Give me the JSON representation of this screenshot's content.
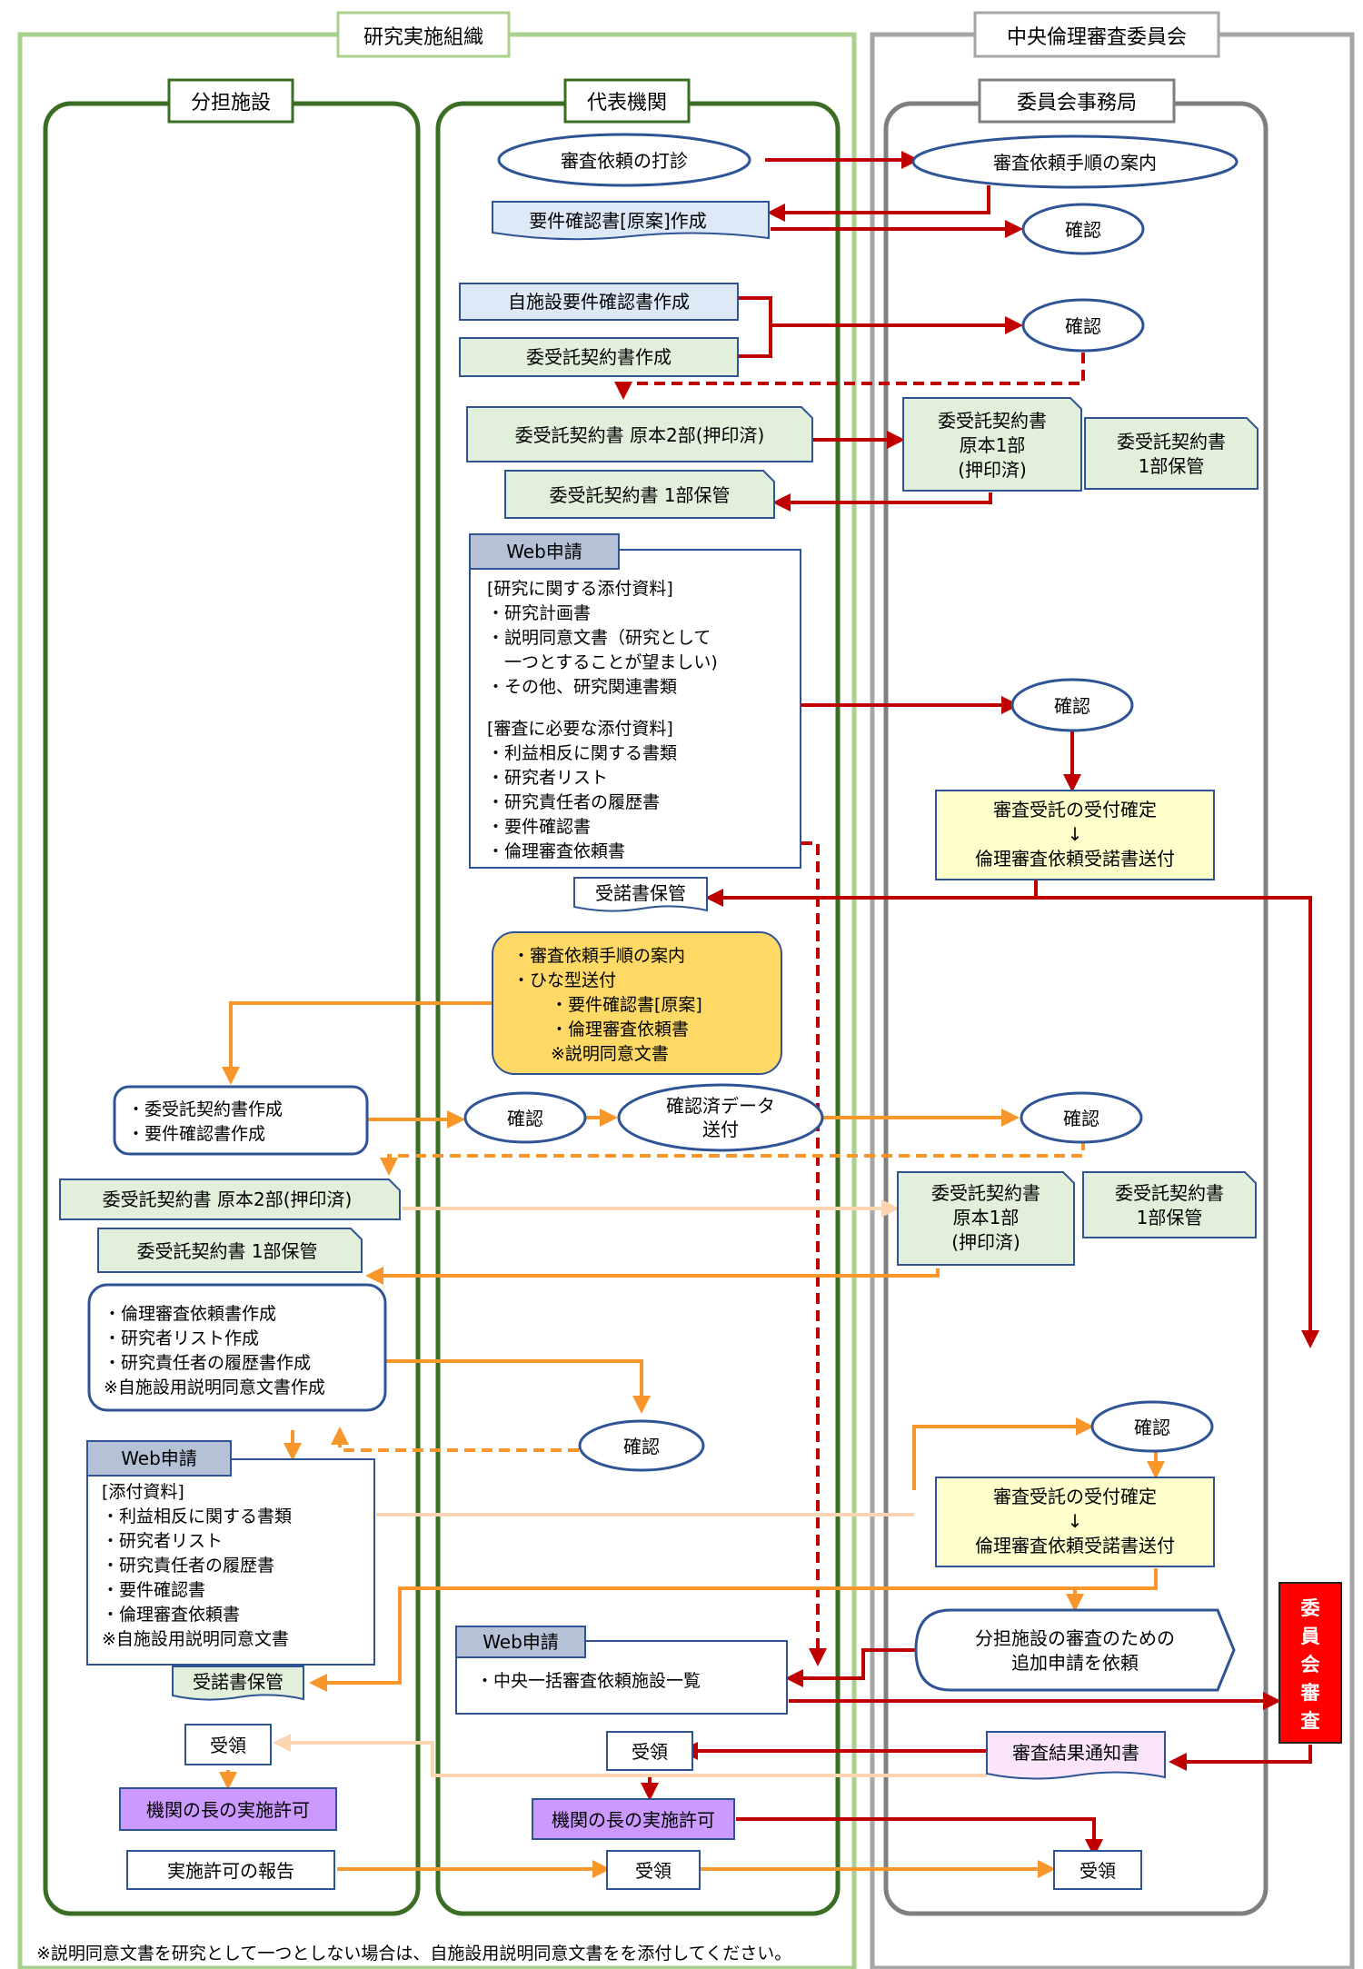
{
  "sections": {
    "org": "研究実施組織",
    "central": "中央倫理審査委員会",
    "branch": "分担施設",
    "rep": "代表機関",
    "office": "委員会事務局"
  },
  "rep": {
    "inquiry": "審査依頼の打診",
    "draft": "要件確認書[原案]作成",
    "self_req": "自施設要件確認書作成",
    "contract_make": "委受託契約書作成",
    "contract_2": "委受託契約書 原本2部(押印済)",
    "contract_keep": "委受託契約書 1部保管",
    "web": "Web申請",
    "web_lines": [
      "[研究に関する添付資料]",
      "・研究計画書",
      "・説明同意文書（研究として",
      "　一つとすることが望ましい)",
      "・その他、研究関連書類",
      "[審査に必要な添付資料]",
      "・利益相反に関する書類",
      "・研究者リスト",
      "・研究責任者の履歴書",
      "・要件確認書",
      "・倫理審査依頼書"
    ],
    "accept_keep": "受諾書保管",
    "guide_lines": [
      "・審査依頼手順の案内",
      "・ひな型送付",
      "・要件確認書[原案]",
      "・倫理審査依頼書",
      "※説明同意文書"
    ],
    "confirm": "確認",
    "send_line1": "確認済データ",
    "send_line2": "送付",
    "confirm2": "確認",
    "web2": "Web申請",
    "web2_item": "・中央一括審査依頼施設一覧",
    "receive": "受領",
    "permit": "機関の長の実施許可",
    "receive2": "受領"
  },
  "office": {
    "guide": "審査依頼手順の案内",
    "confirm1": "確認",
    "confirm2": "確認",
    "contract1_lines": [
      "委受託契約書",
      "原本1部",
      "(押印済)"
    ],
    "contract_keep_lines": [
      "委受託契約書",
      "1部保管"
    ],
    "confirm3": "確認",
    "accept1_lines": [
      "審査受託の受付確定",
      "↓",
      "倫理審査依頼受諾書送付"
    ],
    "confirm4": "確認",
    "contract2_lines": [
      "委受託契約書",
      "原本1部",
      "(押印済)"
    ],
    "contract_keep2_lines": [
      "委受託契約書",
      "1部保管"
    ],
    "confirm5": "確認",
    "accept2_lines": [
      "審査受託の受付確定",
      "↓",
      "倫理審査依頼受諾書送付"
    ],
    "request_lines": [
      "分担施設の審査のための",
      "追加申請を依頼"
    ],
    "committee": "委員会審査",
    "result": "審査結果通知書",
    "receive": "受領"
  },
  "branch": {
    "make_lines": [
      "・委受託契約書作成",
      "・要件確認書作成"
    ],
    "contract_2": "委受託契約書 原本2部(押印済)",
    "contract_keep": "委受託契約書 1部保管",
    "docs_lines": [
      "・倫理審査依頼書作成",
      "・研究者リスト作成",
      "・研究責任者の履歴書作成",
      "※自施設用説明同意文書作成"
    ],
    "web": "Web申請",
    "web_lines": [
      "[添付資料]",
      "・利益相反に関する書類",
      "・研究者リスト",
      "・研究責任者の履歴書",
      "・要件確認書",
      "・倫理審査依頼書",
      "※自施設用説明同意文書"
    ],
    "accept_keep": "受諾書保管",
    "receive": "受領",
    "permit": "機関の長の実施許可",
    "report": "実施許可の報告"
  },
  "footnote": "※説明同意文書を研究として一つとしない場合は、自施設用説明同意文書をを添付してください。",
  "colors": {
    "red": "#c00000",
    "orange": "#f7962a",
    "light_orange": "#fbd5b2",
    "dark_green": "#3b6e24",
    "light_green": "#a9d18e",
    "gray": "#a6a6a6",
    "navy": "#2f5496",
    "green_fill": "#e2efda",
    "blue_fill": "#dde9f7",
    "yellow_fill": "#ffffcc",
    "gold_fill": "#ffd966",
    "purple_fill": "#cc99ff",
    "pink_fill": "#fbe5fb",
    "committee_red": "#ff0000"
  }
}
